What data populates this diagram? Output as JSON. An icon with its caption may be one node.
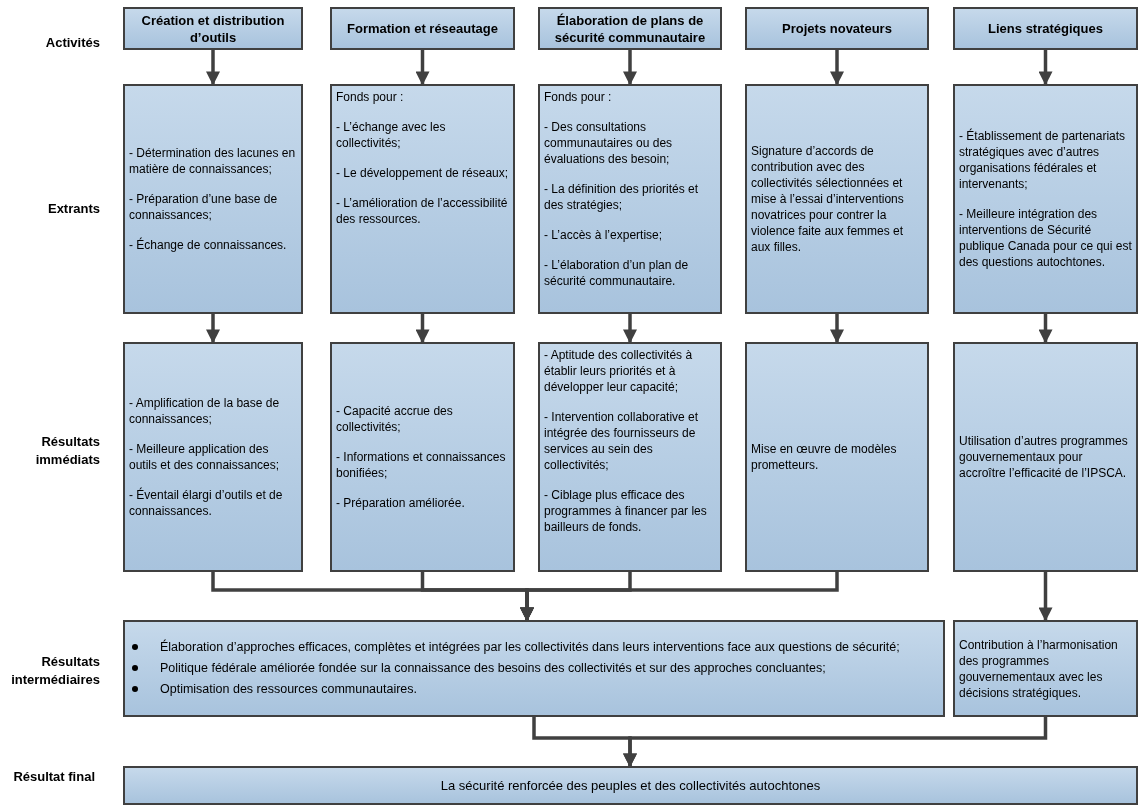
{
  "diagram": {
    "nodes": [
      {
        "text": [
          "Création et distribution d’outils"
        ]
      },
      {
        "text": [
          "Formation et réseautage"
        ]
      },
      {
        "text": [
          "Élaboration de plans de sécurité communautaire"
        ]
      },
      {
        "text": [
          "Projets novateurs"
        ]
      },
      {
        "text": [
          "Liens stratégiques"
        ]
      },
      {
        "text": [
          "- Détermination des lacunes en matière de connaissances;",
          "- Préparation d’une base de connaissances;",
          "- Échange de connaissances."
        ]
      },
      {
        "text": [
          "Fonds pour :",
          "- L’échange avec les collectivités;",
          "- Le développement de réseaux;",
          "- L’amélioration de l’accessibilité des ressources."
        ]
      },
      {
        "text": [
          "Fonds pour :",
          "- Des consultations communautaires ou des évaluations des besoin;",
          "- La définition des priorités et des stratégies;",
          "- L’accès à l’expertise;",
          "- L’élaboration d’un plan de sécurité communautaire."
        ]
      },
      {
        "text": [
          "Signature d’accords de contribution avec des collectivités sélectionnées et mise à l’essai d’interventions novatrices pour contrer la violence faite aux femmes et aux filles."
        ]
      },
      {
        "text": [
          "- Établissement de partenariats stratégiques avec d’autres organisations fédérales et intervenants;",
          "- Meilleure intégration des interventions de Sécurité publique Canada pour ce qui est des questions autochtones."
        ]
      },
      {
        "text": [
          "- Amplification de la base de connaissances;",
          "- Meilleure application des outils et des connaissances;",
          "- Éventail élargi d’outils et de connaissances."
        ]
      },
      {
        "text": [
          "- Capacité accrue des collectivités;",
          "- Informations et connaissances bonifiées;",
          "- Préparation améliorée."
        ]
      },
      {
        "text": [
          "- Aptitude des collectivités à établir leurs priorités et à développer leur capacité;",
          "- Intervention collaborative et intégrée des fournisseurs de services au sein des collectivités;",
          "- Ciblage plus efficace des programmes à financer par les bailleurs de fonds."
        ]
      },
      {
        "text": [
          "Mise en œuvre de modèles prometteurs."
        ]
      },
      {
        "text": [
          "Utilisation d’autres programmes gouvernementaux pour accroître l’efficacité de l’IPSCA."
        ]
      },
      {
        "text": [
          "Élaboration d’approches efficaces, complètes et intégrées par les collectivités dans leurs interventions face aux questions de sécurité;",
          "Politique fédérale améliorée fondée sur la connaissance des besoins des collectivités et sur des approches concluantes;",
          "Optimisation des ressources communautaires."
        ]
      },
      {
        "text": [
          "Contribution à l’harmonisation des programmes gouvernementaux avec les décisions stratégiques."
        ]
      },
      {
        "text": [
          "La sécurité renforcée des peuples et des collectivités autochtones"
        ]
      }
    ],
    "edges": [
      {
        "from": 0,
        "to": 5,
        "arrow": "to"
      },
      {
        "from": 1,
        "to": 6,
        "arrow": "to"
      },
      {
        "from": 2,
        "to": 7,
        "arrow": "to"
      },
      {
        "from": 3,
        "to": 8,
        "arrow": "to"
      },
      {
        "from": 4,
        "to": 9,
        "arrow": "to"
      },
      {
        "from": 5,
        "to": 10,
        "arrow": "to"
      },
      {
        "from": 6,
        "to": 11,
        "arrow": "to"
      },
      {
        "from": 7,
        "to": 12,
        "arrow": "to"
      },
      {
        "from": 8,
        "to": 13,
        "arrow": "to"
      },
      {
        "from": 9,
        "to": 14,
        "arrow": "to"
      },
      {
        "from": 10,
        "to": 15,
        "arrow": "to"
      },
      {
        "from": 11,
        "to": 15,
        "arrow": "to"
      },
      {
        "from": 12,
        "to": 15,
        "arrow": "to"
      },
      {
        "from": 13,
        "to": 15,
        "arrow": "to"
      },
      {
        "from": 14,
        "to": 16,
        "arrow": "to"
      },
      {
        "from": 15,
        "to": 17,
        "arrow": "to"
      },
      {
        "from": 16,
        "to": 17,
        "arrow": "to"
      }
    ],
    "labels": [
      "Activités",
      "Extrants",
      "Résultats immédiats",
      "Résultats intermédiaires",
      "Résultat final"
    ]
  }
}
